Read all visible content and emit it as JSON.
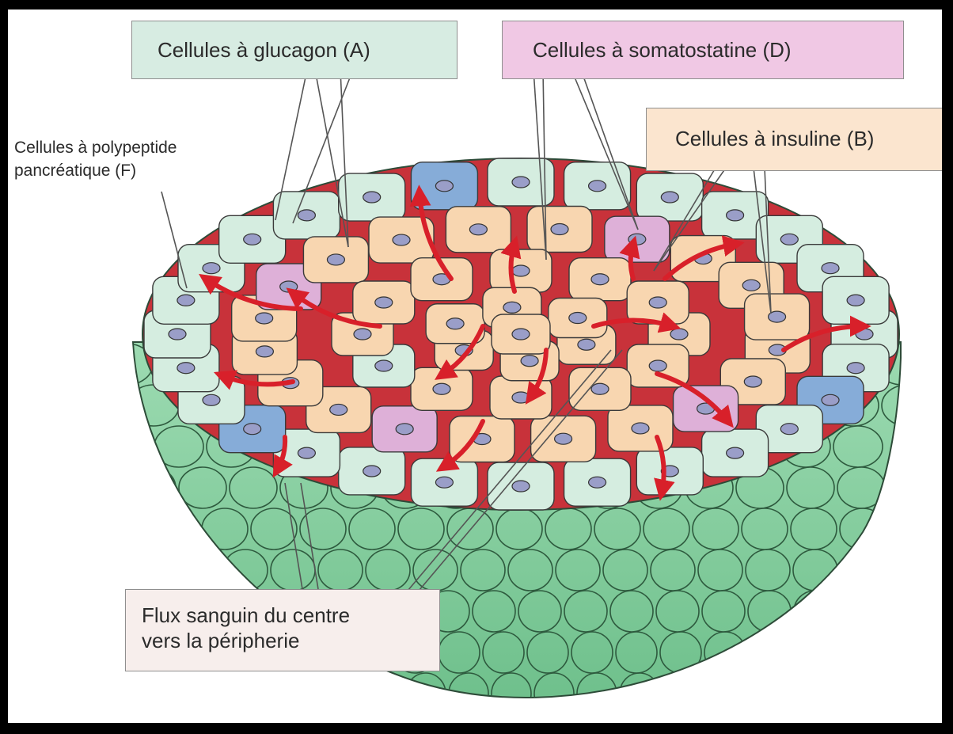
{
  "labels": {
    "glucagon": "Cellules à glucagon (A)",
    "somatostatine": "Cellules à somatostatine (D)",
    "insuline": "Cellules à insuline (B)",
    "polypeptide_line1": "Cellules à polypeptide",
    "polypeptide_line2": "pancréatique (F)",
    "flux_line1": "Flux sanguin du centre",
    "flux_line2": "vers la péripherie"
  },
  "colors": {
    "alpha_cell": "#d5ede0",
    "beta_cell": "#f8d6b0",
    "delta_cell": "#deb0d8",
    "f_cell": "#86acd8",
    "nucleus": "#9a9ec8",
    "capillary": "#c8323a",
    "flow_arrow": "#d8202a",
    "dome": "#8fd2a6"
  }
}
